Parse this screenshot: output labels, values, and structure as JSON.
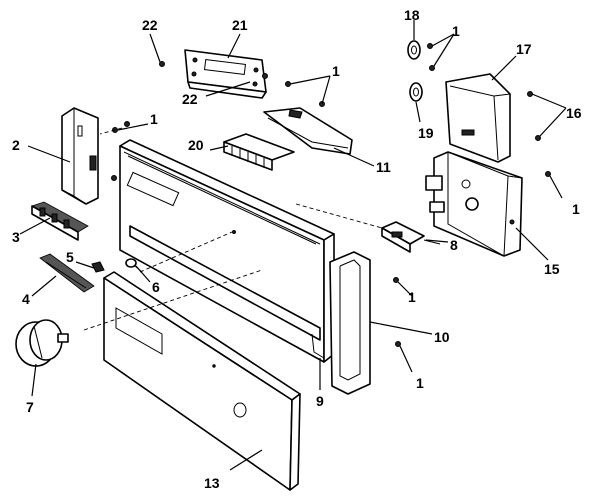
{
  "diagram": {
    "callouts": {
      "c1": "1",
      "c2": "2",
      "c3": "3",
      "c4": "4",
      "c5": "5",
      "c6": "6",
      "c7": "7",
      "c8": "8",
      "c9": "9",
      "c10": "10",
      "c11": "11",
      "c13": "13",
      "c15": "15",
      "c16": "16",
      "c17": "17",
      "c18": "18",
      "c19": "19",
      "c20": "20",
      "c21": "21",
      "c22": "22"
    }
  }
}
